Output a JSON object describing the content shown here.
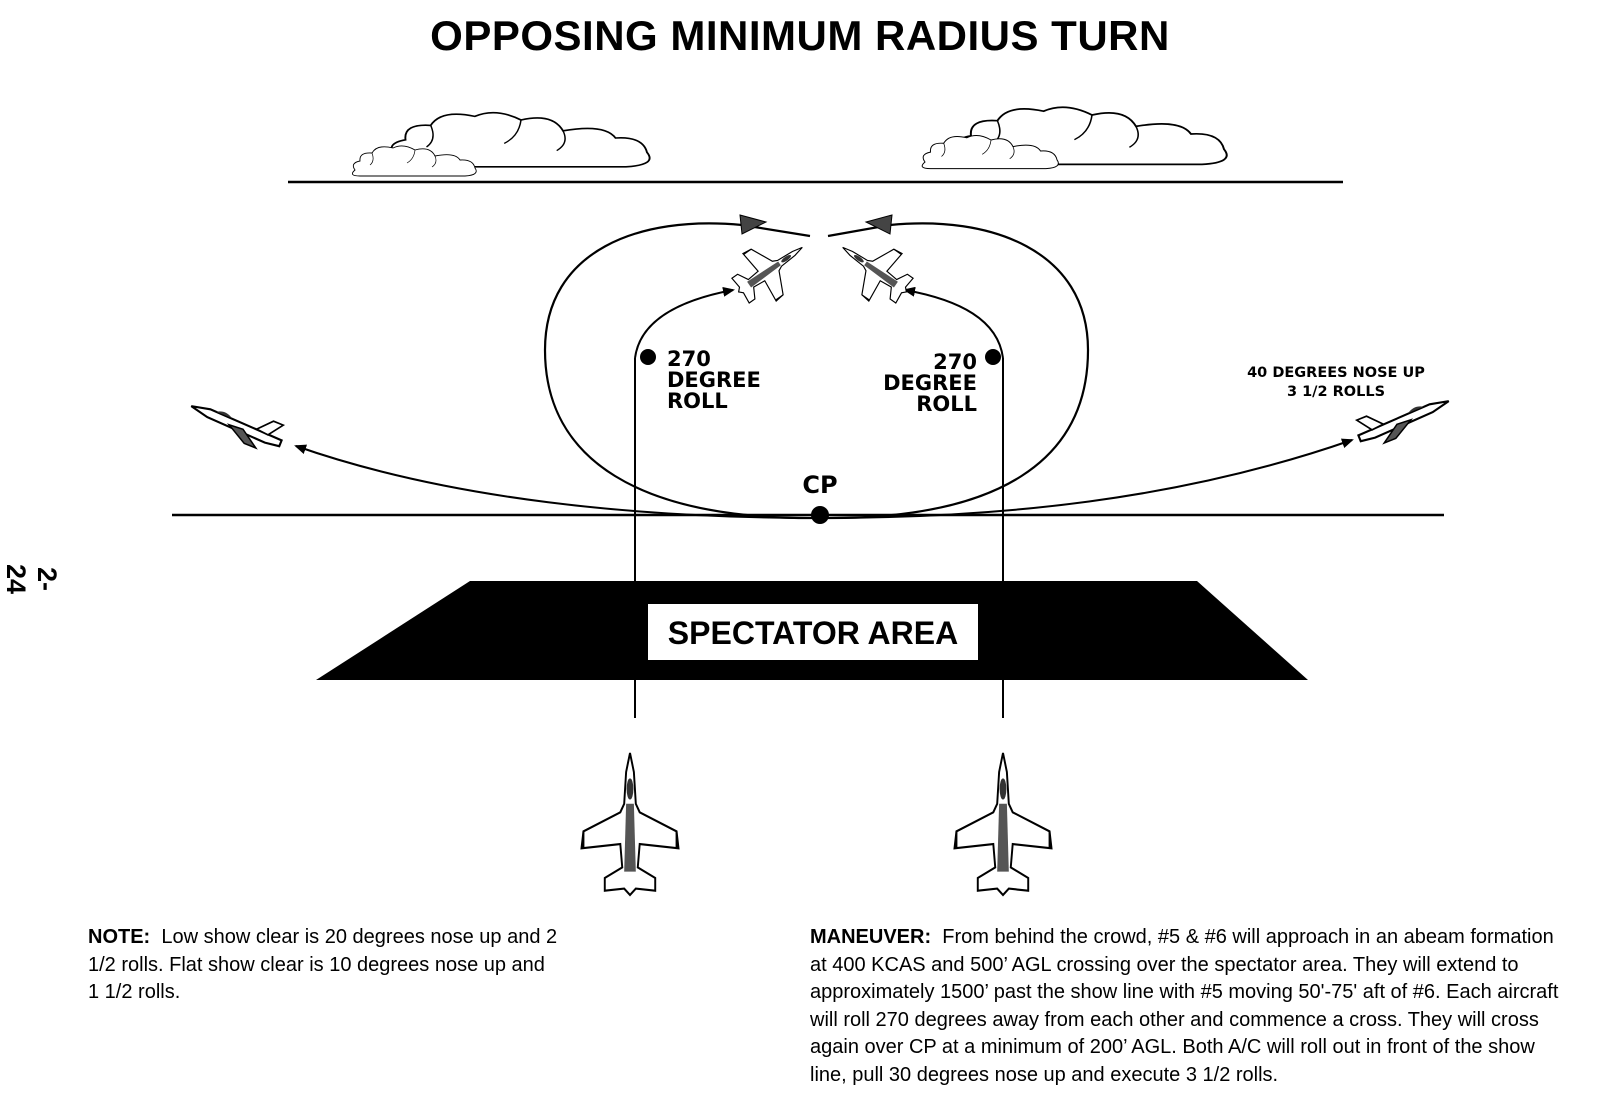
{
  "title": "OPPOSING MINIMUM RADIUS TURN",
  "page_number": "2-24",
  "diagram": {
    "left_roll_label": [
      "270",
      "DEGREE",
      "ROLL"
    ],
    "right_roll_label": [
      "270",
      "DEGREE",
      "ROLL"
    ],
    "exit_label": [
      "40 DEGREES NOSE UP",
      "3 1/2 ROLLS"
    ],
    "cp_label": "CP",
    "spectator_label": "SPECTATOR AREA",
    "icons": [
      "cloud-icon",
      "jet-icon",
      "arrowhead-icon"
    ]
  },
  "note": {
    "heading": "NOTE:",
    "text": "Low show clear is 20 degrees nose up and 2 1/2 rolls.  Flat show clear is 10 degrees nose up and 1 1/2 rolls."
  },
  "maneuver": {
    "heading": "MANEUVER:",
    "text": "From behind the crowd, #5 & #6 will approach in an abeam formation at 400 KCAS and 500’ AGL crossing over the spectator area. They will extend to approximately 1500’ past the show line with #5 moving 50'-75' aft of #6.  Each aircraft will roll 270 degrees away from each other and commence a cross.  They will cross again over CP at a minimum of 200’ AGL.  Both A/C will roll out in front of the show line, pull 30 degrees nose up and execute 3 1/2 rolls."
  }
}
